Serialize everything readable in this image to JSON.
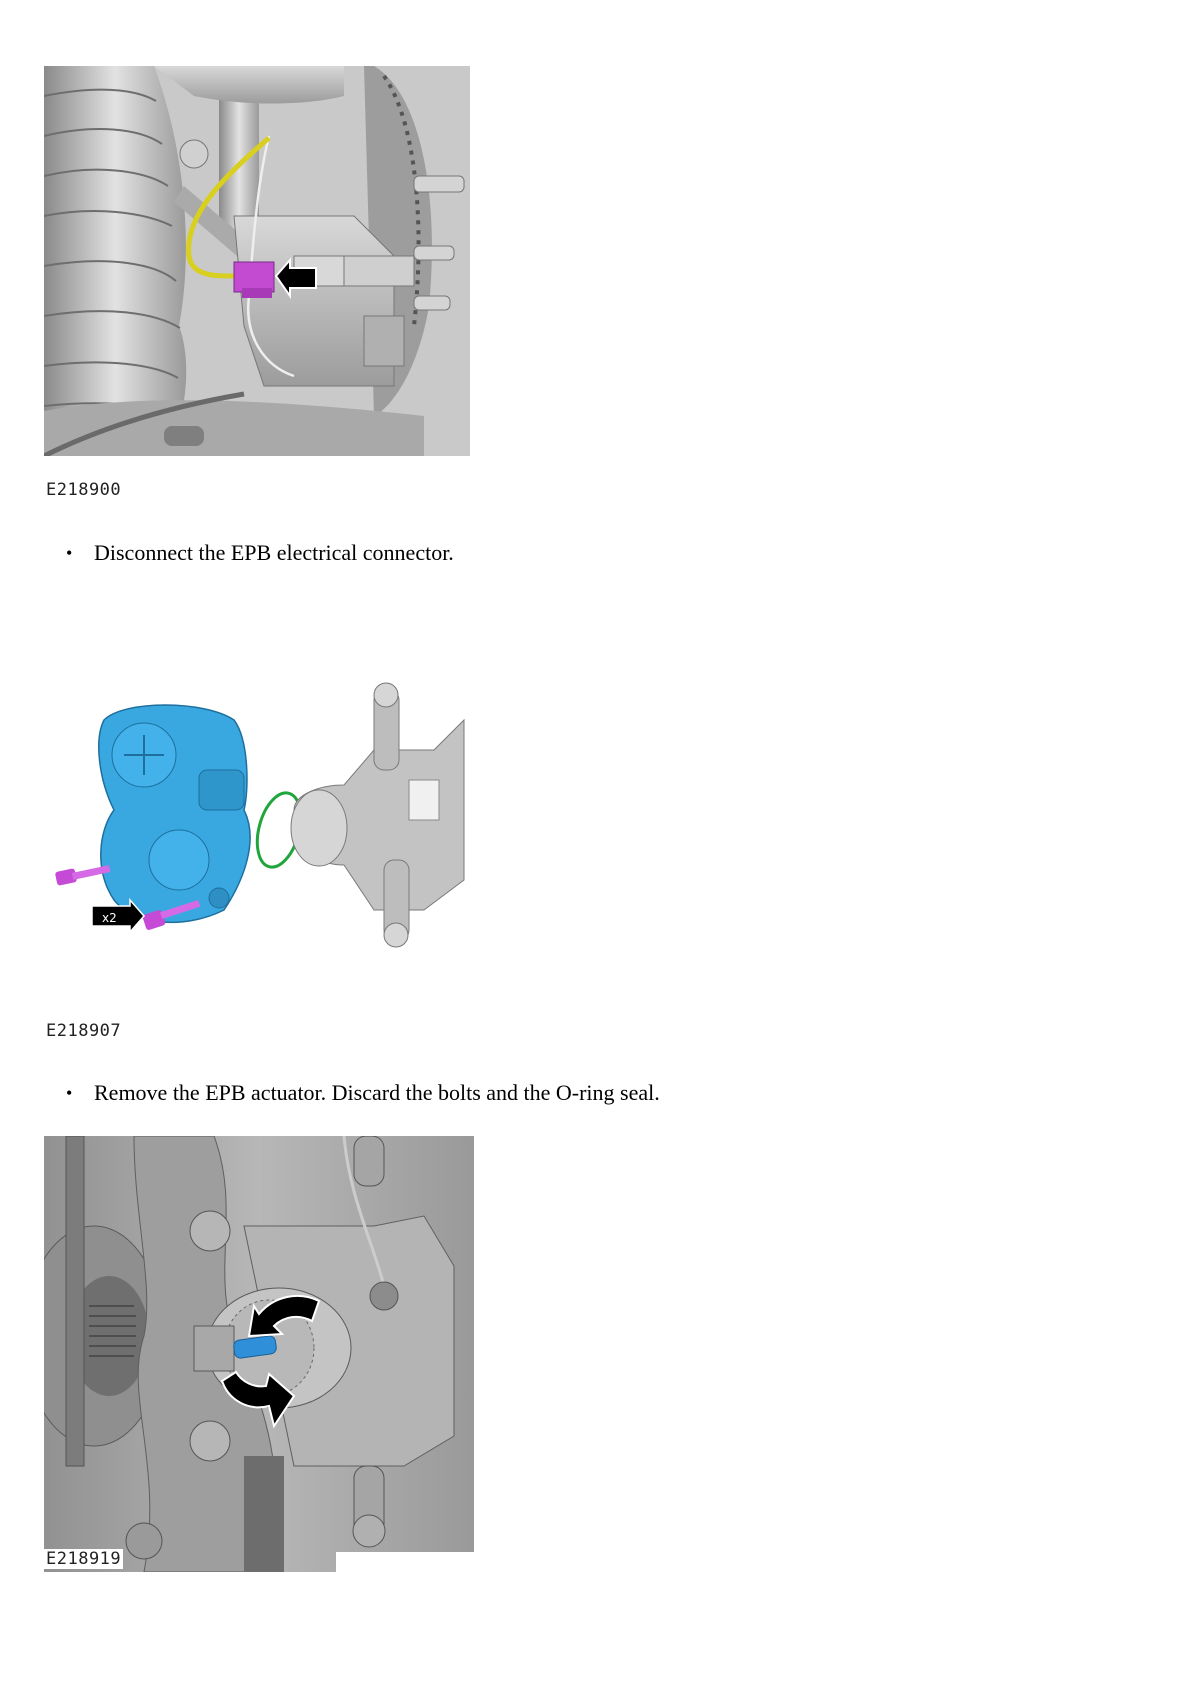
{
  "document": {
    "figures": [
      {
        "code": "E218900",
        "description": "Rear suspension and brake caliper with EPB electrical connector (magenta) indicated by black arrow; yellow harness routed to connector",
        "colors": {
          "connector": "#c04ad0",
          "harness": "#e6e02a",
          "arrow": "#000000",
          "metal": "#b8b8b8"
        }
      },
      {
        "code": "E218907",
        "description": "Exploded view: EPB actuator (blue) removed from brake caliper, two bolts (magenta, x2) and O-ring seal (green)",
        "callout": "x2",
        "colors": {
          "actuator": "#3aa8e0",
          "bolts": "#c54ad6",
          "oring": "#1fa53c",
          "metal": "#b8b8b8"
        }
      },
      {
        "code": "E218919",
        "description": "Caliper piston with blue adjuster and rotation arrows",
        "colors": {
          "adjuster": "#2f8fd8",
          "arrows": "#000000",
          "metal": "#a8a8a8"
        }
      }
    ],
    "steps": [
      {
        "bullet": "•",
        "text": "Disconnect the EPB electrical connector."
      },
      {
        "bullet": "•",
        "text": "Remove the EPB actuator. Discard the bolts and the O-ring seal."
      }
    ]
  }
}
